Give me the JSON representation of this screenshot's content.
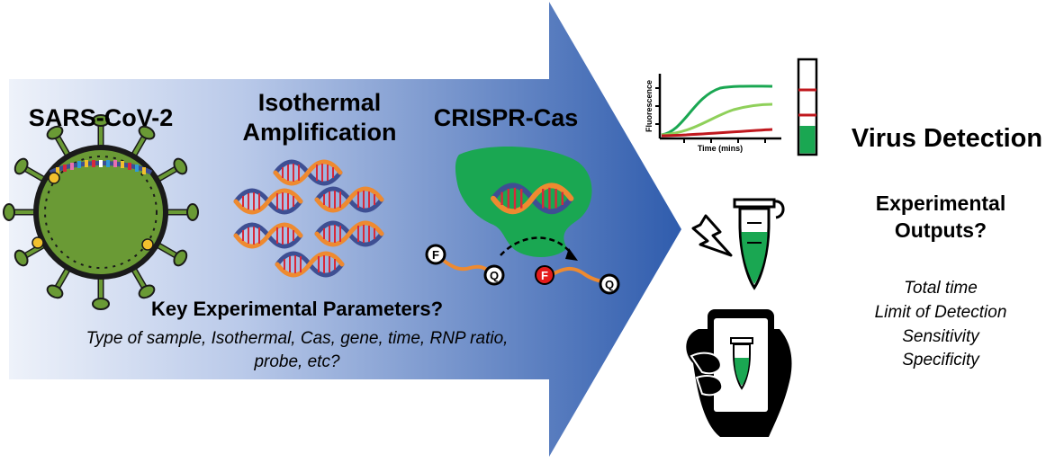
{
  "labels": {
    "virus": "SARS-CoV-2",
    "amplification_line1": "Isothermal",
    "amplification_line2": "Amplification",
    "crispr": "CRISPR-Cas",
    "key_params_title": "Key Experimental Parameters?",
    "key_params_line1": "Type of sample, Isothermal, Cas, gene, time, RNP ratio,",
    "key_params_line2": "probe, etc?",
    "virus_detection": "Virus Detection",
    "outputs_line1": "Experimental",
    "outputs_line2": "Outputs?",
    "outputs_list": [
      "Total time",
      "Limit of Detection",
      "Sensitivity",
      "Specificity"
    ],
    "reporter_f": "F",
    "reporter_q": "Q"
  },
  "mini_chart": {
    "xlabel": "Time (mins)",
    "ylabel": "Fluorescence"
  },
  "colors": {
    "arrow_light": "#e9eef8",
    "arrow_dark": "#2f5cad",
    "virus_body": "#6a9a35",
    "virus_outline": "#1a1a1a",
    "virus_spike": "#6a9a35",
    "dna_orange": "#ee8a30",
    "dna_blue": "#3e4f93",
    "dna_rung": "#d8283a",
    "cas_green": "#1aa752",
    "tube_green": "#1aa752",
    "strip_red": "#c0181e",
    "curve_dark": "#1aa752",
    "curve_light": "#8fd05a",
    "curve_red": "#c0181e",
    "reporter_red": "#e41b1b"
  },
  "icons": [
    "virus-icon",
    "dna-helix-icon",
    "cas-protein-icon",
    "fluorescence-chart-icon",
    "lateral-flow-strip-icon",
    "lightning-icon",
    "test-tube-icon",
    "smartphone-hand-icon"
  ]
}
